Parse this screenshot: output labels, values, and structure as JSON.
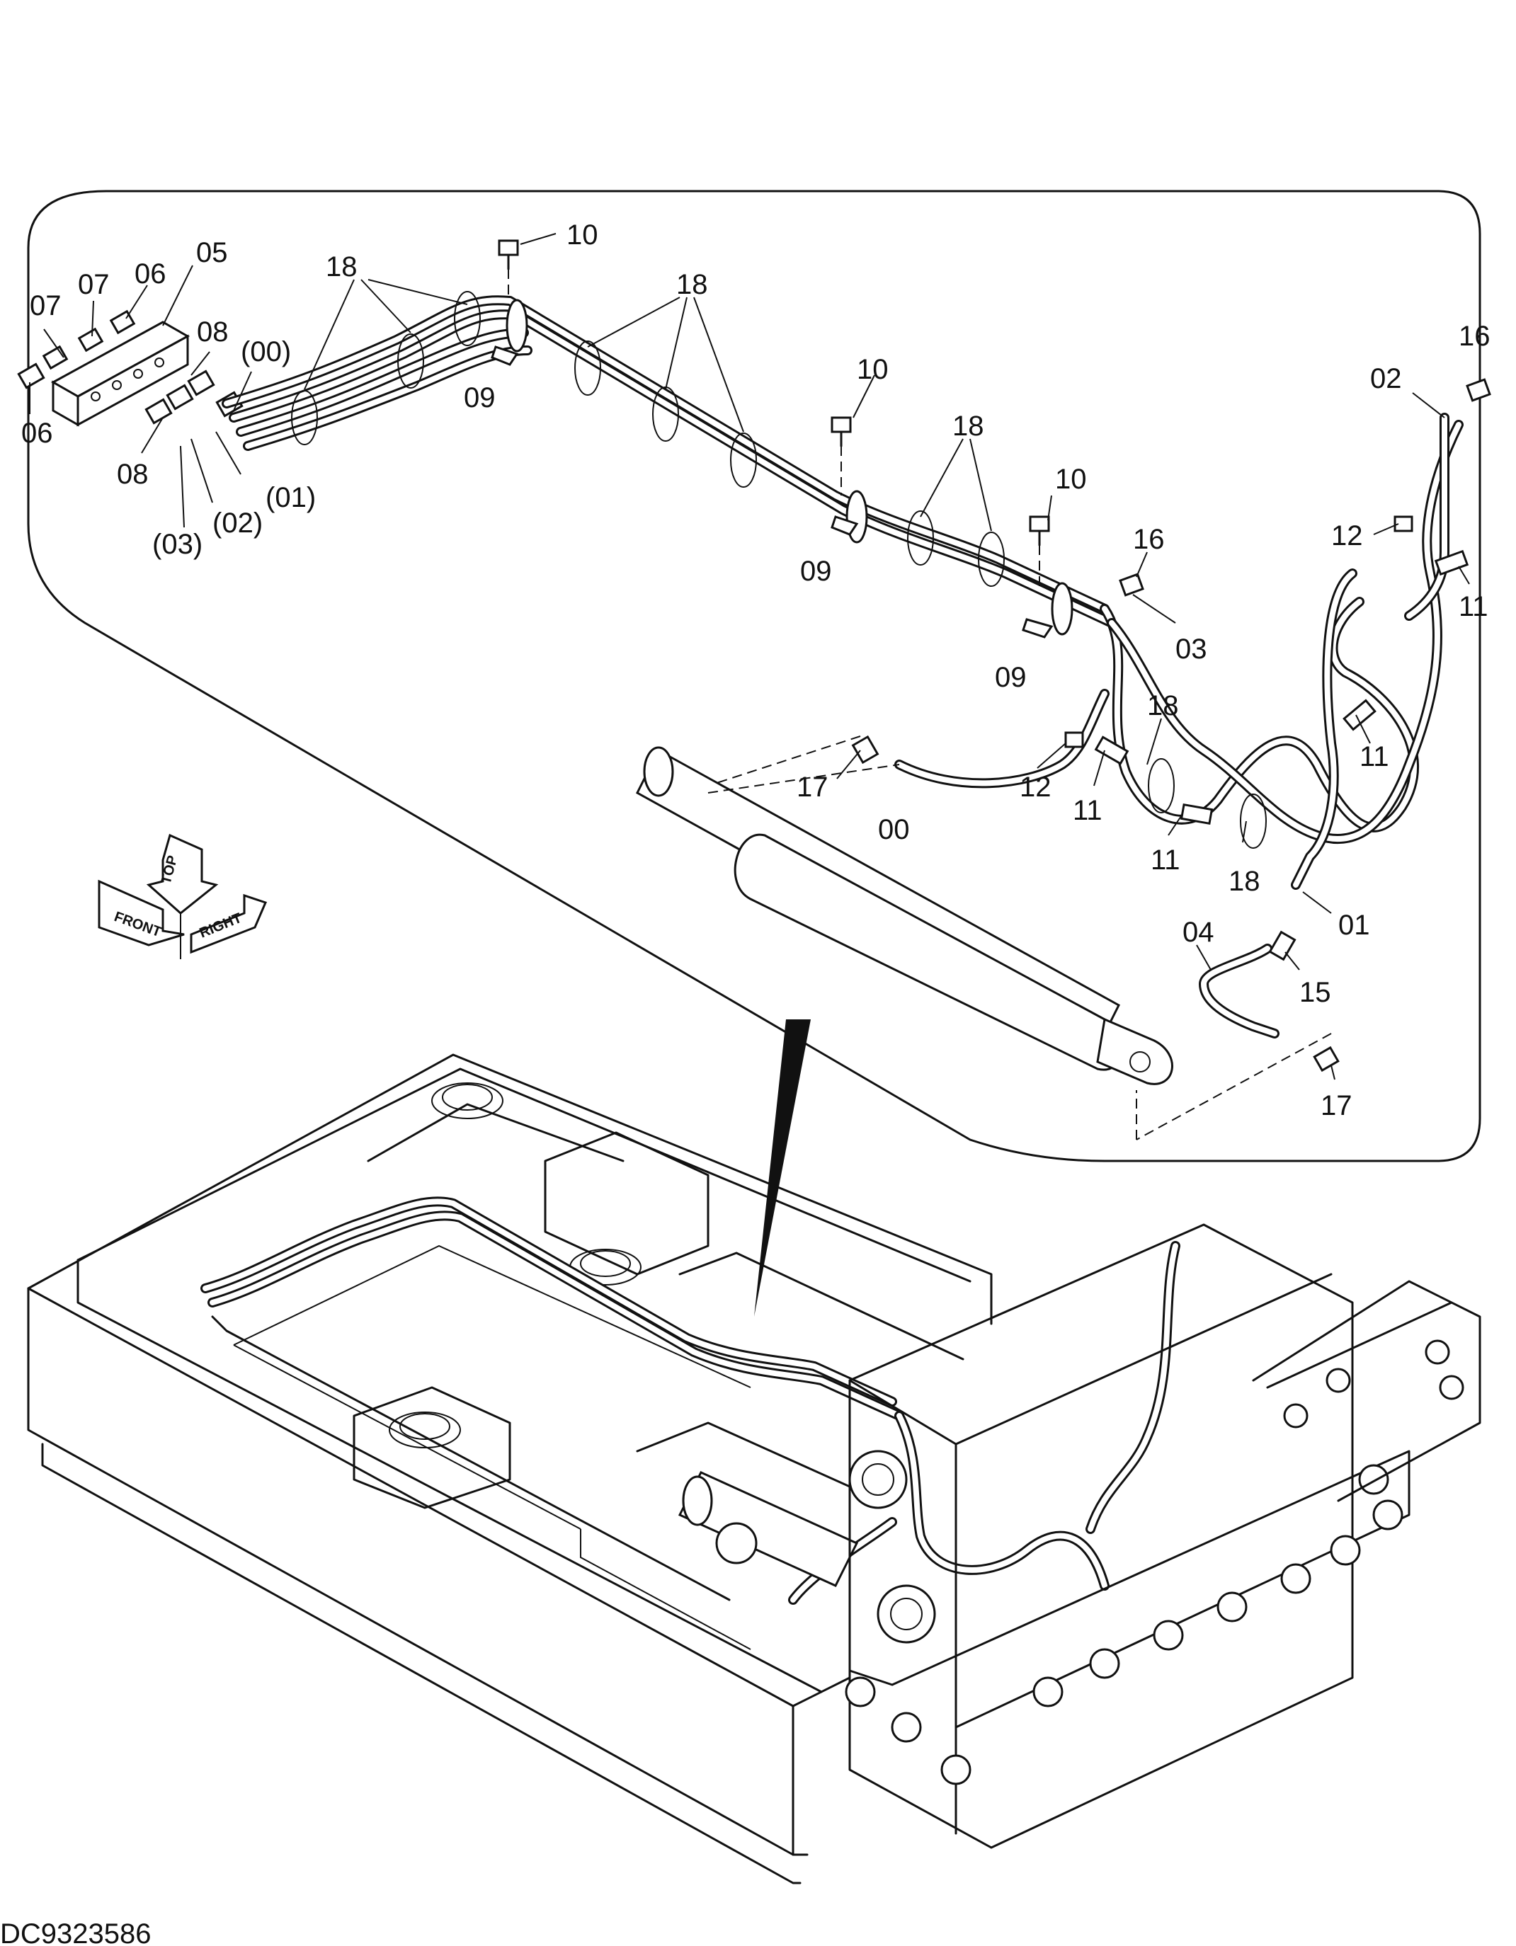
{
  "drawing_number": "DC9323586",
  "orientation": {
    "top": "TOP",
    "front": "FRONT",
    "right": "RIGHT"
  },
  "callouts": [
    {
      "id": "c-05",
      "text": "05"
    },
    {
      "id": "c-06a",
      "text": "06"
    },
    {
      "id": "c-07a",
      "text": "07"
    },
    {
      "id": "c-07b",
      "text": "07"
    },
    {
      "id": "c-08a",
      "text": "08"
    },
    {
      "id": "c-00a",
      "text": "(00)"
    },
    {
      "id": "c-06b",
      "text": "06"
    },
    {
      "id": "c-08b",
      "text": "08"
    },
    {
      "id": "c-01a",
      "text": "(01)"
    },
    {
      "id": "c-02a",
      "text": "(02)"
    },
    {
      "id": "c-03a",
      "text": "(03)"
    },
    {
      "id": "c-18a",
      "text": "18"
    },
    {
      "id": "c-10a",
      "text": "10"
    },
    {
      "id": "c-09a",
      "text": "09"
    },
    {
      "id": "c-18b",
      "text": "18"
    },
    {
      "id": "c-10b",
      "text": "10"
    },
    {
      "id": "c-18c",
      "text": "18"
    },
    {
      "id": "c-10c",
      "text": "10"
    },
    {
      "id": "c-09b",
      "text": "09"
    },
    {
      "id": "c-16a",
      "text": "16"
    },
    {
      "id": "c-03b",
      "text": "03"
    },
    {
      "id": "c-09c",
      "text": "09"
    },
    {
      "id": "c-16b",
      "text": "16"
    },
    {
      "id": "c-02b",
      "text": "02"
    },
    {
      "id": "c-12a",
      "text": "12"
    },
    {
      "id": "c-11a",
      "text": "11"
    },
    {
      "id": "c-11b",
      "text": "11"
    },
    {
      "id": "c-18d",
      "text": "18"
    },
    {
      "id": "c-17a",
      "text": "17"
    },
    {
      "id": "c-00b",
      "text": "00"
    },
    {
      "id": "c-12b",
      "text": "12"
    },
    {
      "id": "c-11c",
      "text": "11"
    },
    {
      "id": "c-11d",
      "text": "11"
    },
    {
      "id": "c-18e",
      "text": "18"
    },
    {
      "id": "c-01b",
      "text": "01"
    },
    {
      "id": "c-04",
      "text": "04"
    },
    {
      "id": "c-15",
      "text": "15"
    },
    {
      "id": "c-17b",
      "text": "17"
    }
  ]
}
